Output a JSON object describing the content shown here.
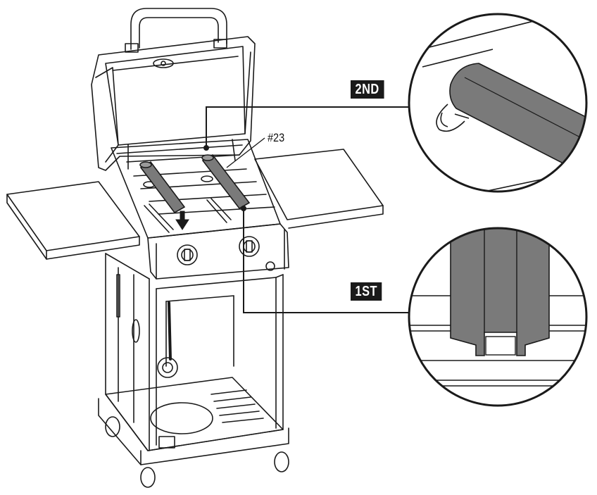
{
  "labels": {
    "part_number": "#23",
    "step_second": "2ND",
    "step_first": "1ST"
  },
  "colors": {
    "line": "#1a1a1a",
    "burner_fill": "#7a7a7a",
    "tag_bg": "#1a1a1a",
    "tag_text": "#ffffff"
  }
}
